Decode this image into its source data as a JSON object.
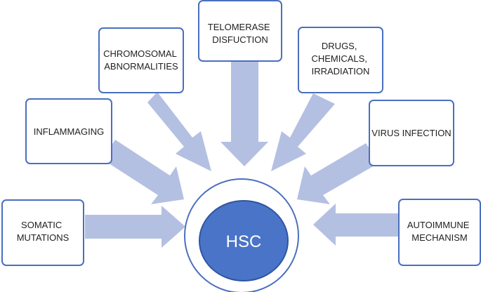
{
  "center": {
    "label": "HSC"
  },
  "factors": [
    {
      "id": "somatic-mutations",
      "lines": [
        "SOMATIC",
        "MUTATIONS"
      ]
    },
    {
      "id": "inflammaging",
      "lines": [
        "INFLAMMAGING"
      ]
    },
    {
      "id": "chromosomal-abnormalities",
      "lines": [
        "CHROMOSOMAL",
        "ABNORMALITIES"
      ]
    },
    {
      "id": "telomerase-disfuction",
      "lines": [
        "TELOMERASE",
        "DISFUCTION"
      ]
    },
    {
      "id": "drugs-chemicals-irradiation",
      "lines": [
        "DRUGS,",
        "CHEMICALS,",
        "IRRADIATION"
      ]
    },
    {
      "id": "virus-infection",
      "lines": [
        "VIRUS INFECTION"
      ]
    },
    {
      "id": "autoimmune-mechanism",
      "lines": [
        "AUTOIMMUNE",
        "MECHANISM"
      ]
    }
  ],
  "colors": {
    "box_border": "#4a6fbe",
    "arrow_fill": "#b4c0e2",
    "center_fill": "#4a74c8",
    "center_text": "#ffffff"
  }
}
